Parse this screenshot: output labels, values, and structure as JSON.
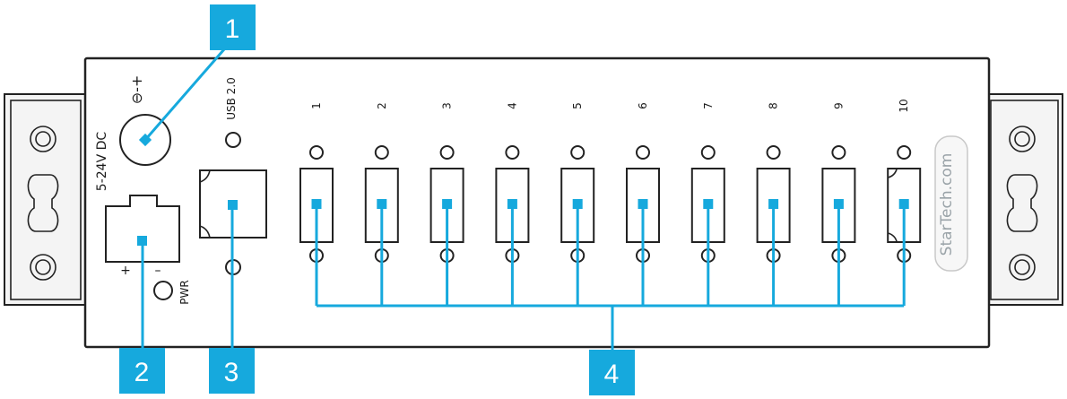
{
  "device": {
    "power_label": "5-24V DC",
    "dc_symbol": "⊖-+",
    "usb_label": "USB 2.0",
    "plus_label": "+",
    "minus_label": "–",
    "pwr_label": "PWR",
    "brand_logo": "StarTech.com",
    "port_numbers": [
      "1",
      "2",
      "3",
      "4",
      "5",
      "6",
      "7",
      "8",
      "9",
      "10"
    ]
  },
  "callouts": [
    {
      "number": "1",
      "target": "DC power input"
    },
    {
      "number": "2",
      "target": "Terminal block power input"
    },
    {
      "number": "3",
      "target": "USB host port"
    },
    {
      "number": "4",
      "target": "USB downstream ports 1-10"
    }
  ],
  "colors": {
    "accent": "#16a9dd",
    "line": "#222222",
    "bracket_fill": "#f2f2f2"
  }
}
